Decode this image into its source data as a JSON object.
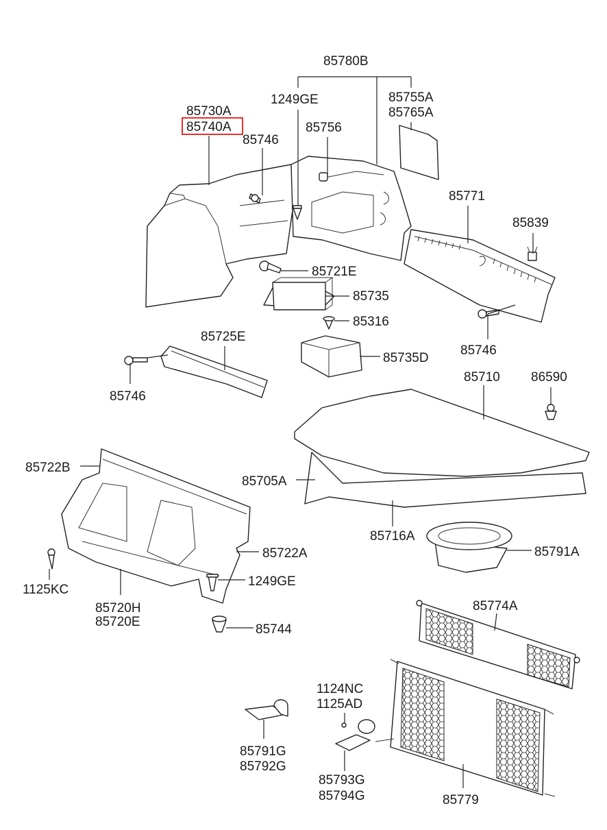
{
  "labels": {
    "l85780B": "85780B",
    "l1249GE_top": "1249GE",
    "l85755A": "85755A",
    "l85765A": "85765A",
    "l85730A": "85730A",
    "l85740A": "85740A",
    "l85756": "85756",
    "l85746_top": "85746",
    "l85771": "85771",
    "l85839": "85839",
    "l85721E": "85721E",
    "l85735": "85735",
    "l85316": "85316",
    "l85725E": "85725E",
    "l85735D": "85735D",
    "l85746_right": "85746",
    "l85746_left": "85746",
    "l85710": "85710",
    "l86590": "86590",
    "l85722B": "85722B",
    "l85705A": "85705A",
    "l85722A": "85722A",
    "l85716A": "85716A",
    "l85791A": "85791A",
    "l1125KC": "1125KC",
    "l1249GE_mid": "1249GE",
    "l85720H": "85720H",
    "l85720E": "85720E",
    "l85744": "85744",
    "l85774A": "85774A",
    "l1124NC": "1124NC",
    "l1125AD": "1125AD",
    "l85791G": "85791G",
    "l85792G": "85792G",
    "l85793G": "85793G",
    "l85794G": "85794G",
    "l85779": "85779"
  },
  "highlight": {
    "part": "85740A",
    "color": "#e8302a"
  }
}
